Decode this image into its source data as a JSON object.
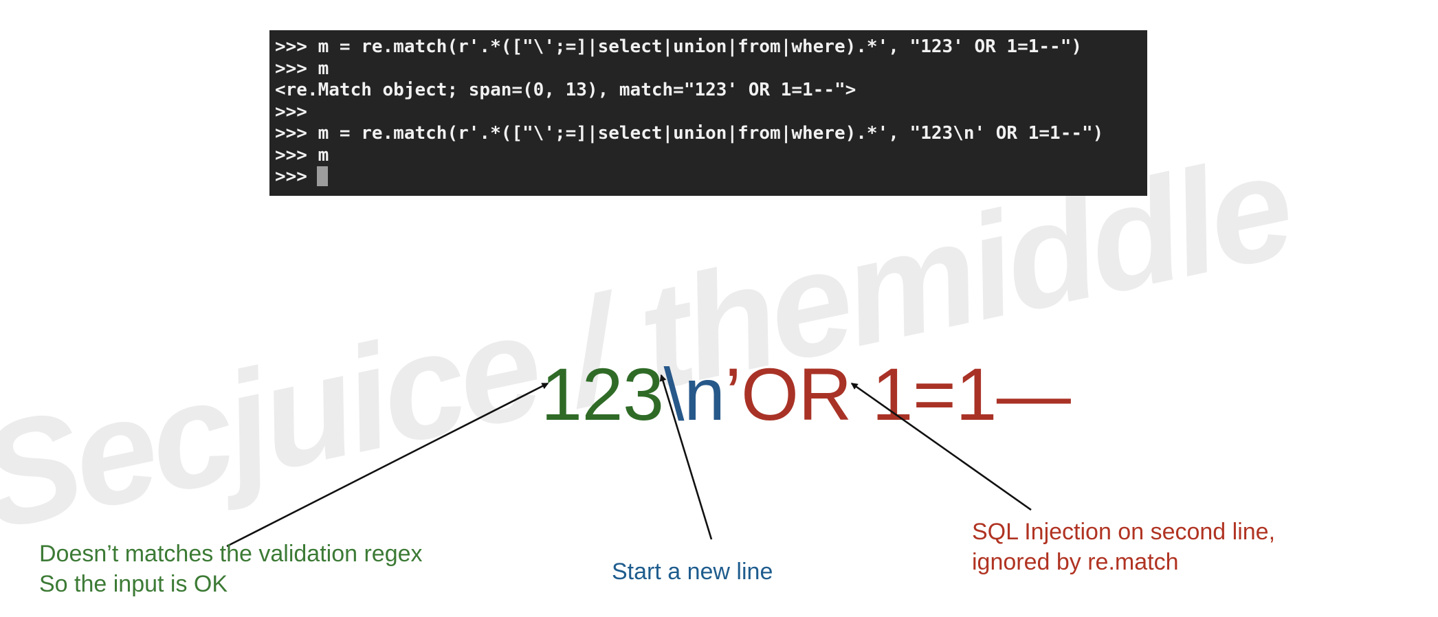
{
  "terminal": {
    "lines": [
      ">>> m = re.match(r'.*([\"\\';=]|select|union|from|where).*', \"123' OR 1=1--\")",
      ">>> m",
      "<re.Match object; span=(0, 13), match=\"123' OR 1=1--\">",
      ">>>",
      ">>> m = re.match(r'.*([\"\\';=]|select|union|from|where).*', \"123\\n' OR 1=1--\")",
      ">>> m",
      ">>>"
    ],
    "cursor": "block"
  },
  "payload": {
    "segments": [
      {
        "text": "123",
        "color": "#2F6B27"
      },
      {
        "text": "\\n",
        "color": "#27588A"
      },
      {
        "text": "’OR 1=1—",
        "color": "#A93226"
      }
    ]
  },
  "annotations": {
    "green": {
      "text": "Doesn’t matches the validation regex\nSo the input is OK",
      "color": "#3C7A35"
    },
    "blue": {
      "text": "Start a new line",
      "color": "#1E5C8D"
    },
    "red": {
      "text": "SQL Injection on second line,\nignored by re.match",
      "color": "#B03322"
    }
  },
  "watermark": {
    "text": "Secjuice / themiddle",
    "color": "#ECECEC"
  },
  "colors": {
    "terminal_background": "#242424",
    "terminal_text": "#F1F1F1",
    "cursor": "#9C9C9C",
    "arrow": "#111111",
    "page_background": "#FFFFFF"
  }
}
